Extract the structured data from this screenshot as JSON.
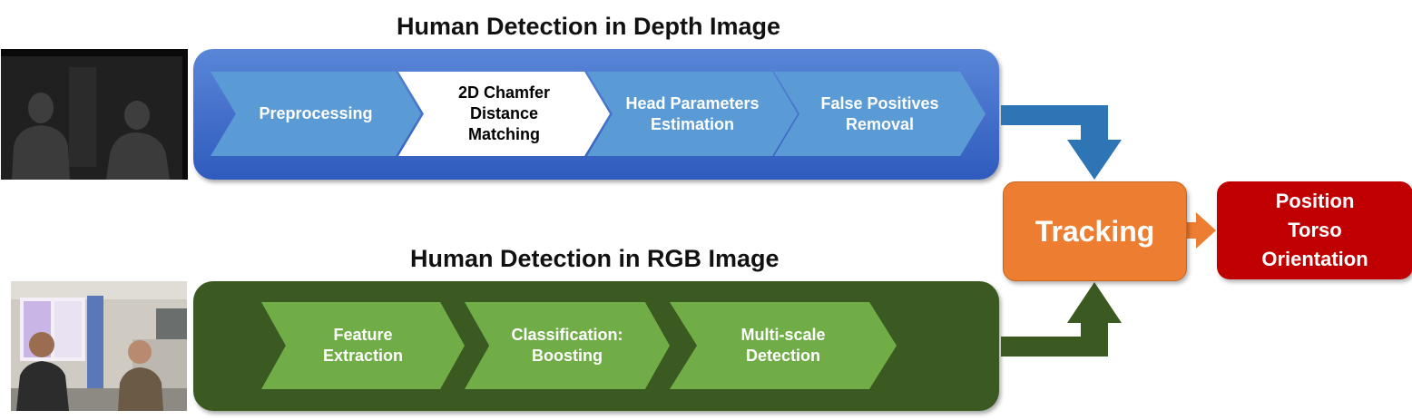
{
  "depth_section": {
    "title": "Human Detection in Depth Image",
    "steps": [
      "Preprocessing",
      "2D Chamfer Distance Matching",
      "Head Parameters Estimation",
      "False Positives Removal"
    ]
  },
  "rgb_section": {
    "title": "Human Detection in RGB Image",
    "steps": [
      "Feature Extraction",
      "Classification: Boosting",
      "Multi-scale Detection"
    ]
  },
  "tracking": {
    "label": "Tracking"
  },
  "output": {
    "lines": [
      "Position",
      "Torso",
      "Orientation"
    ]
  },
  "colors": {
    "depth_panel": "#4472c4",
    "depth_step": "#5b9bd5",
    "highlight_step": "#ffffff",
    "rgb_panel": "#3b5a22",
    "rgb_step": "#70ad47",
    "tracking": "#ed7d31",
    "output": "#c00000",
    "depth_arrow": "#2e75b6",
    "rgb_arrow": "#3b5a22",
    "tracking_arrow": "#ed7d31"
  }
}
